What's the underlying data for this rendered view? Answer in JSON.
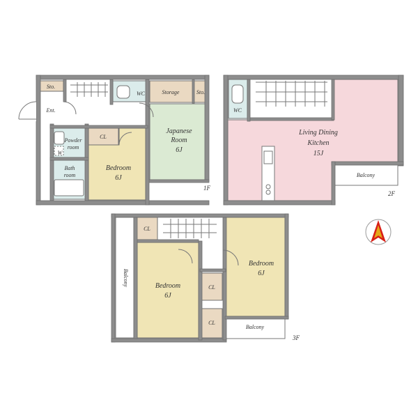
{
  "colors": {
    "wall": "#8d8d8d",
    "bedroom": "#f0e5b5",
    "japanese": "#dbead3",
    "ldk": "#f6d8dc",
    "wet": "#dbeceb",
    "storage": "#ead9c2",
    "white": "#ffffff",
    "north_red": "#d81f16",
    "north_yellow": "#e4a718"
  },
  "labels": {
    "sto_1": "Sto.",
    "ent": "Ent.",
    "wc_1": "WC",
    "storage": "Storage",
    "sto_2": "Sto.",
    "powder_1": "Powder",
    "powder_2": "room",
    "w": "W",
    "bath_1": "Bath",
    "bath_2": "room",
    "cl_1": "CL",
    "bedroom_1": "Bedroom",
    "bedroom_1_size": "6J",
    "japanese_1": "Japanese",
    "japanese_2": "Room",
    "japanese_size": "6J",
    "floor_1": "1F",
    "wc_2": "WC",
    "ldk_1": "Living Dining",
    "ldk_2": "Kitchen",
    "ldk_size": "15J",
    "balcony_2f": "Balcony",
    "floor_2": "2F",
    "cl_3f_1": "CL",
    "balcony_3f_vertical": "Balcony",
    "bedroom_3f_left": "Bedroom",
    "bedroom_3f_left_size": "6J",
    "bedroom_3f_right": "Bedroom",
    "bedroom_3f_right_size": "6J",
    "cl_3f_2": "CL",
    "cl_3f_3": "CL",
    "balcony_3f": "Balcony",
    "floor_3": "3F"
  }
}
